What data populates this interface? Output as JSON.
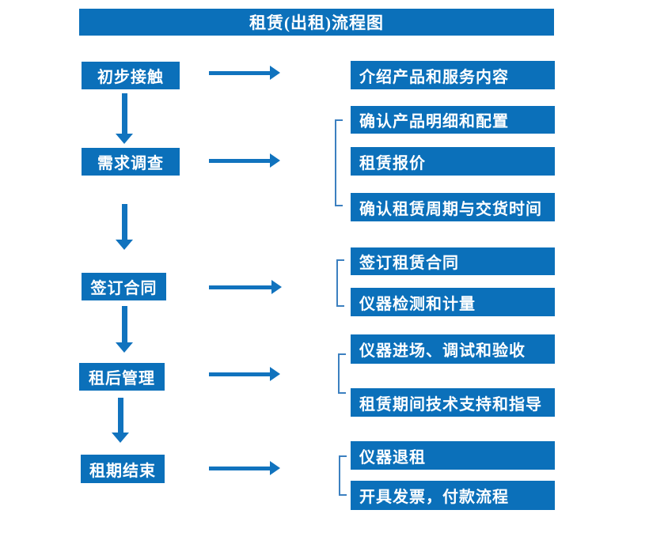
{
  "title": "租赁(出租)流程图",
  "left_steps": [
    {
      "label": "初步接触"
    },
    {
      "label": "需求调查"
    },
    {
      "label": "签订合同"
    },
    {
      "label": "租后管理"
    },
    {
      "label": "租期结束"
    }
  ],
  "right_items": [
    {
      "label": "介绍产品和服务内容"
    },
    {
      "label": "确认产品明细和配置"
    },
    {
      "label": "租赁报价"
    },
    {
      "label": "确认租赁周期与交货时间"
    },
    {
      "label": "签订租赁合同"
    },
    {
      "label": "仪器检测和计量"
    },
    {
      "label": "仪器进场、调试和验收"
    },
    {
      "label": "租赁期间技术支持和指导"
    },
    {
      "label": "仪器退租"
    },
    {
      "label": "开具发票，付款流程"
    }
  ],
  "colors": {
    "box_blue": "#0B70BA",
    "arrow_blue": "#1173BE",
    "bracket_blue": "#3C80C0",
    "text_white": "#FFFFFF",
    "background": "#FFFFFF"
  }
}
